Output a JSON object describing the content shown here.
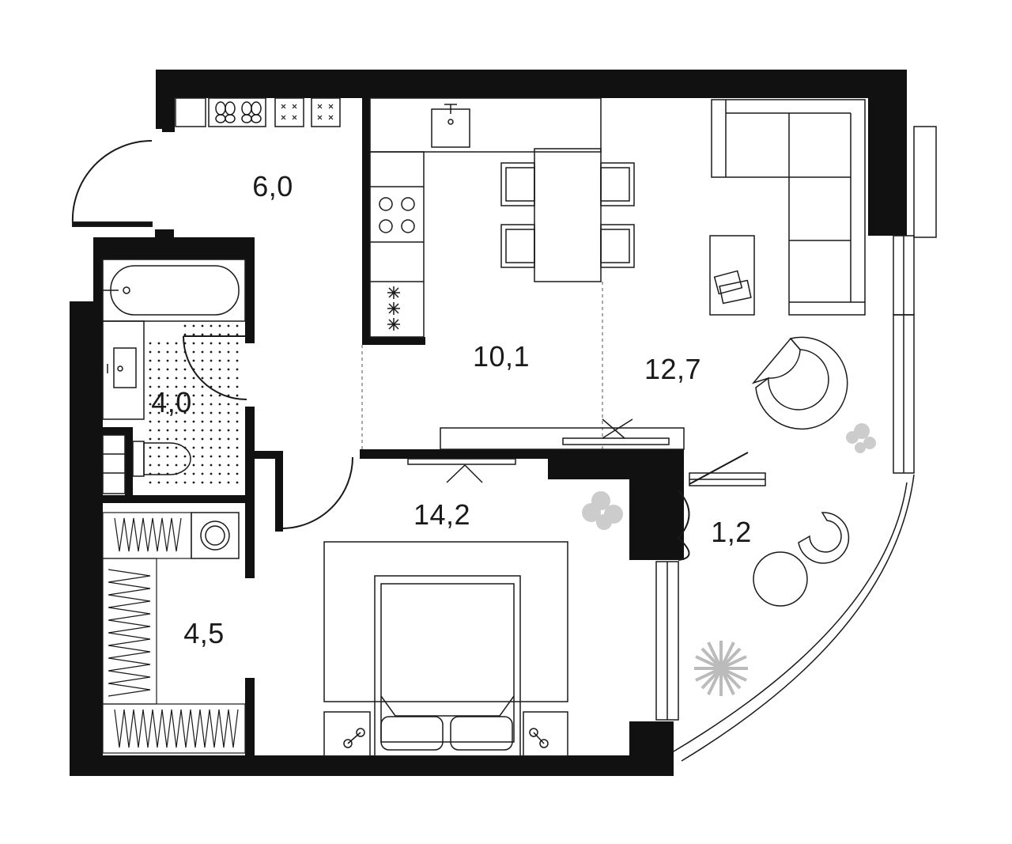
{
  "floor_plan": {
    "colors": {
      "wall": "#111111",
      "line": "#1a1a1a",
      "fixture_line": "#555555",
      "plant": "#cccccc",
      "background": "#ffffff"
    },
    "rooms": [
      {
        "id": "hallway",
        "area": "6,0"
      },
      {
        "id": "bathroom",
        "area": "4,0"
      },
      {
        "id": "wardrobe",
        "area": "4,5"
      },
      {
        "id": "kitchen-dining",
        "area": "10,1"
      },
      {
        "id": "living",
        "area": "12,7"
      },
      {
        "id": "bedroom",
        "area": "14,2"
      },
      {
        "id": "balcony",
        "area": "1,2"
      }
    ],
    "icons": [
      "shoe-rack-icon",
      "bathtub-icon",
      "sink-icon",
      "toilet-icon",
      "washing-machine-icon",
      "kitchen-sink-icon",
      "stove-icon",
      "dining-table-icon",
      "sofa-icon",
      "armchair-icon",
      "coffee-table-icon",
      "double-bed-icon",
      "nightstand-icon",
      "plant-icon",
      "door-icon",
      "window-icon"
    ]
  }
}
